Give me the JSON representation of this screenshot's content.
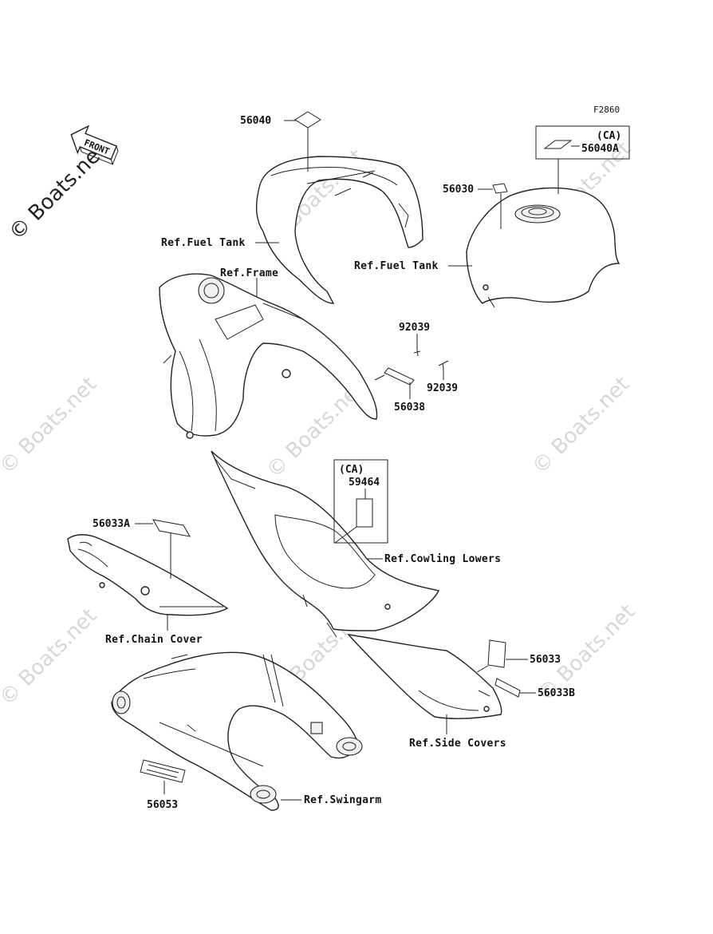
{
  "diagram": {
    "figure_code": "F2860",
    "front_arrow_label": "FRONT",
    "watermark": "© Boats.net",
    "parts": {
      "p56040": "56040",
      "p56040A": "56040A",
      "p56030": "56030",
      "p92039_top": "92039",
      "p92039_bottom": "92039",
      "p56038": "56038",
      "p59464": "59464",
      "p56033A": "56033A",
      "p56033": "56033",
      "p56033B": "56033B",
      "p56053": "56053"
    },
    "region_tags": {
      "ca_tank": "(CA)",
      "ca_cowling": "(CA)"
    },
    "references": {
      "fuel_tank_left": "Ref.Fuel Tank",
      "fuel_tank_right": "Ref.Fuel Tank",
      "frame": "Ref.Frame",
      "cowling_lowers": "Ref.Cowling Lowers",
      "chain_cover": "Ref.Chain Cover",
      "side_covers": "Ref.Side Covers",
      "swingarm": "Ref.Swingarm"
    }
  }
}
